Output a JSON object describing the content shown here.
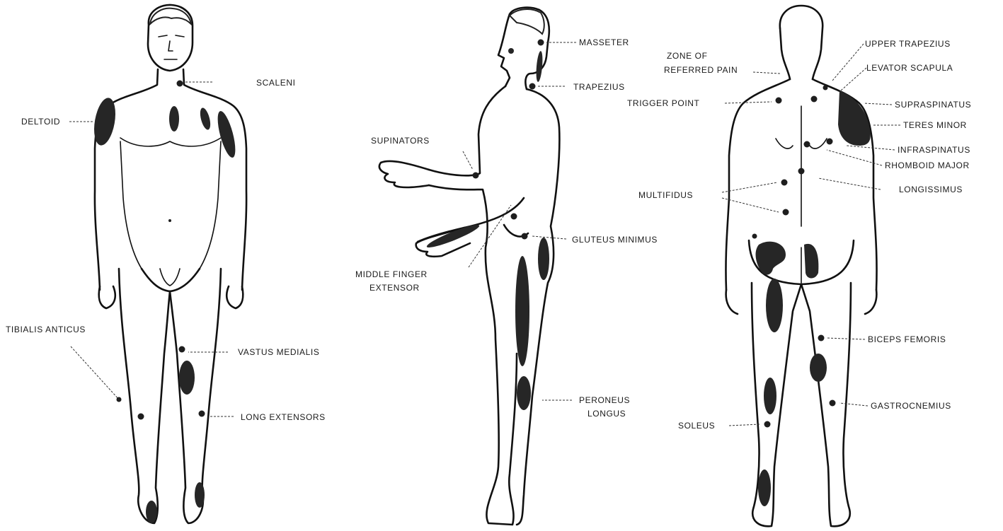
{
  "figures": {
    "front": {
      "labels": {
        "scaleni": "SCALENI",
        "deltoid": "DELTOID",
        "tibialis_anticus": "TIBIALIS ANTICUS",
        "vastus_medialis": "VASTUS MEDIALIS",
        "long_extensors": "LONG EXTENSORS"
      }
    },
    "side": {
      "labels": {
        "masseter": "MASSETER",
        "trapezius": "TRAPEZIUS",
        "supinators": "SUPINATORS",
        "middle_finger_extensor_line1": "MIDDLE FINGER",
        "middle_finger_extensor_line2": "EXTENSOR",
        "gluteus_minimus": "GLUTEUS MINIMUS",
        "peroneus_longus_line1": "PERONEUS",
        "peroneus_longus_line2": "LONGUS"
      }
    },
    "back": {
      "labels": {
        "zone_of_referred_pain_line1": "ZONE OF",
        "zone_of_referred_pain_line2": "REFERRED PAIN",
        "trigger_point": "TRIGGER POINT",
        "upper_trapezius": "UPPER TRAPEZIUS",
        "levator_scapula": "LEVATOR SCAPULA",
        "supraspinatus": "SUPRASPINATUS",
        "teres_minor": "TERES MINOR",
        "infraspinatus": "INFRASPINATUS",
        "rhomboid_major": "RHOMBOID MAJOR",
        "longissimus": "LONGISSIMUS",
        "multifidus": "MULTIFIDUS",
        "biceps_femoris": "BICEPS FEMORIS",
        "gastrocnemius": "GASTROCNEMIUS",
        "soleus": "SOLEUS"
      }
    }
  },
  "colors": {
    "ink": "#111111",
    "referred_pain_zone": "#262626",
    "trigger_point": "#1e1e1e",
    "background": "#ffffff"
  }
}
